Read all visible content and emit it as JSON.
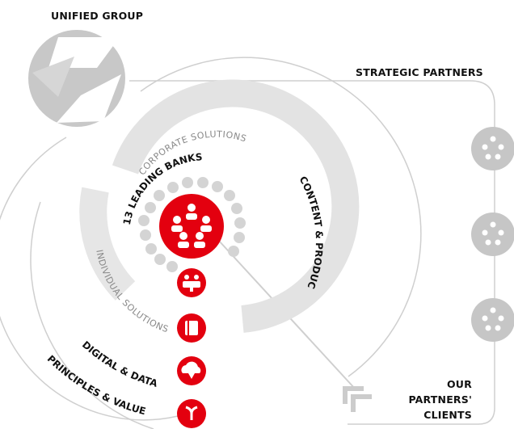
{
  "labels": {
    "unified_group": "UNIFIED GROUP",
    "strategic_partners": "STRATEGIC PARTNERS",
    "our_partners_clients": [
      "OUR",
      "PARTNERS'",
      "CLIENTS"
    ],
    "corporate_solutions": "CORPORATE SOLUTIONS",
    "individual_solutions": "INDIVIDUAL SOLUTIONS",
    "leading_banks": "13 LEADING BANKS",
    "content_products": "CONTENT & PRODUCTS",
    "digital_data": "DIGITAL & DATA",
    "principles_values": "PRINCIPLES & VALUES"
  },
  "colors": {
    "accent": "#e3000f",
    "grey": "#c6c6c6",
    "light_grey": "#e3e3e3",
    "line": "#cfcfcf"
  },
  "icons": [
    "people-group-icon",
    "handshake-icon",
    "book-icon",
    "cloud-download-icon",
    "sprout-icon"
  ]
}
